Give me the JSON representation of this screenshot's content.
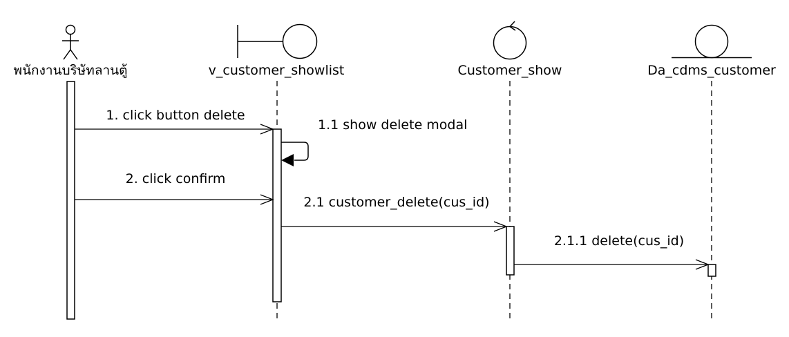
{
  "diagram": {
    "type": "sequence",
    "participants": [
      {
        "id": "actor",
        "kind": "actor",
        "label": "พนักงานบริษัทลานตู้"
      },
      {
        "id": "boundary",
        "kind": "boundary",
        "label": "v_customer_showlist"
      },
      {
        "id": "control",
        "kind": "control",
        "label": "Customer_show"
      },
      {
        "id": "entity",
        "kind": "entity",
        "label": "Da_cdms_customer"
      }
    ],
    "messages": [
      {
        "from": "actor",
        "to": "boundary",
        "label": "1. click button delete",
        "style": "open-arrow"
      },
      {
        "from": "boundary",
        "to": "boundary",
        "label": "1.1 show delete modal",
        "style": "self-filled-arrow"
      },
      {
        "from": "actor",
        "to": "boundary",
        "label": "2. click confirm",
        "style": "open-arrow"
      },
      {
        "from": "boundary",
        "to": "control",
        "label": "2.1 customer_delete(cus_id)",
        "style": "open-arrow"
      },
      {
        "from": "control",
        "to": "entity",
        "label": "2.1.1 delete(cus_id)",
        "style": "open-arrow"
      }
    ]
  }
}
